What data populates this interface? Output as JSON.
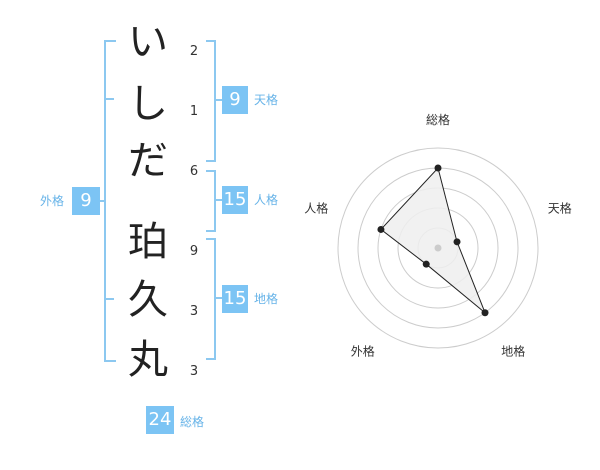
{
  "name": {
    "chars": [
      {
        "char": "い",
        "strokes": "2"
      },
      {
        "char": "し",
        "strokes": "1"
      },
      {
        "char": "だ",
        "strokes": "6"
      },
      {
        "char": "珀",
        "strokes": "9"
      },
      {
        "char": "久",
        "strokes": "3"
      },
      {
        "char": "丸",
        "strokes": "3"
      }
    ]
  },
  "fortunes": {
    "tenkaku": {
      "value": "9",
      "label": "天格"
    },
    "jinkaku": {
      "value": "15",
      "label": "人格"
    },
    "chikaku": {
      "value": "15",
      "label": "地格"
    },
    "gaikaku": {
      "value": "9",
      "label": "外格"
    },
    "soukaku": {
      "value": "24",
      "label": "総格"
    }
  },
  "chart_data": {
    "type": "radar",
    "axes": [
      "総格",
      "天格",
      "地格",
      "外格",
      "人格"
    ],
    "values": [
      4,
      1,
      4,
      1,
      3
    ],
    "max": 5,
    "rings": 5
  },
  "colors": {
    "accent": "#7cc4f4",
    "bracket": "#8cc8f0",
    "label": "#66b3e8",
    "radar_fill": "#eeeeee",
    "radar_line": "#222222",
    "ring": "#cccccc"
  }
}
